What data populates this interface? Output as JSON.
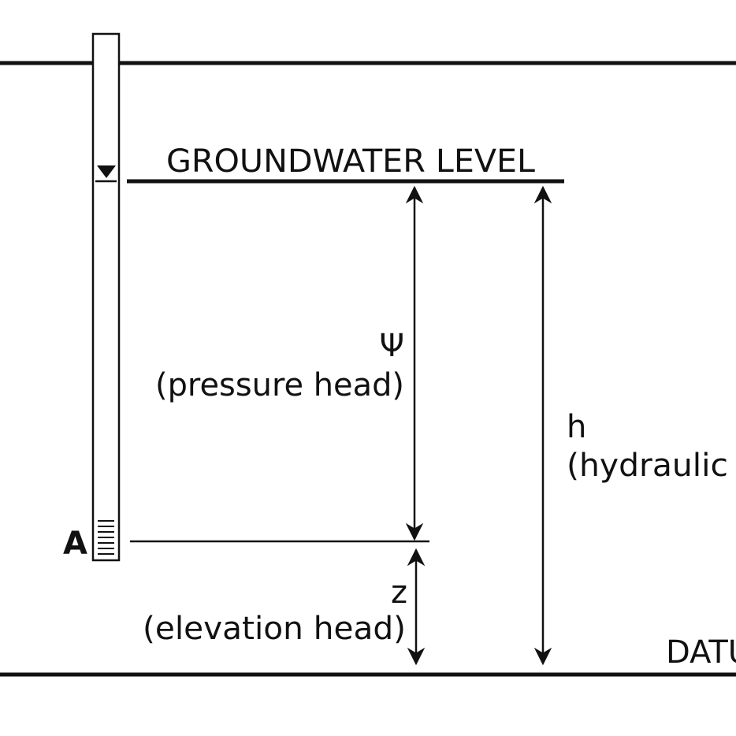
{
  "title": "GROUNDWATER LEVEL",
  "labels": {
    "pressure_symbol": "Ψ",
    "pressure_text": "(pressure head)",
    "elevation_symbol": "z",
    "elevation_text": "(elevation head)",
    "hydraulic_symbol": "h",
    "hydraulic_text": "(hydraulic",
    "datum": "DATU",
    "point": "A"
  },
  "colors": {
    "ink": "#111111",
    "background": "#ffffff"
  }
}
